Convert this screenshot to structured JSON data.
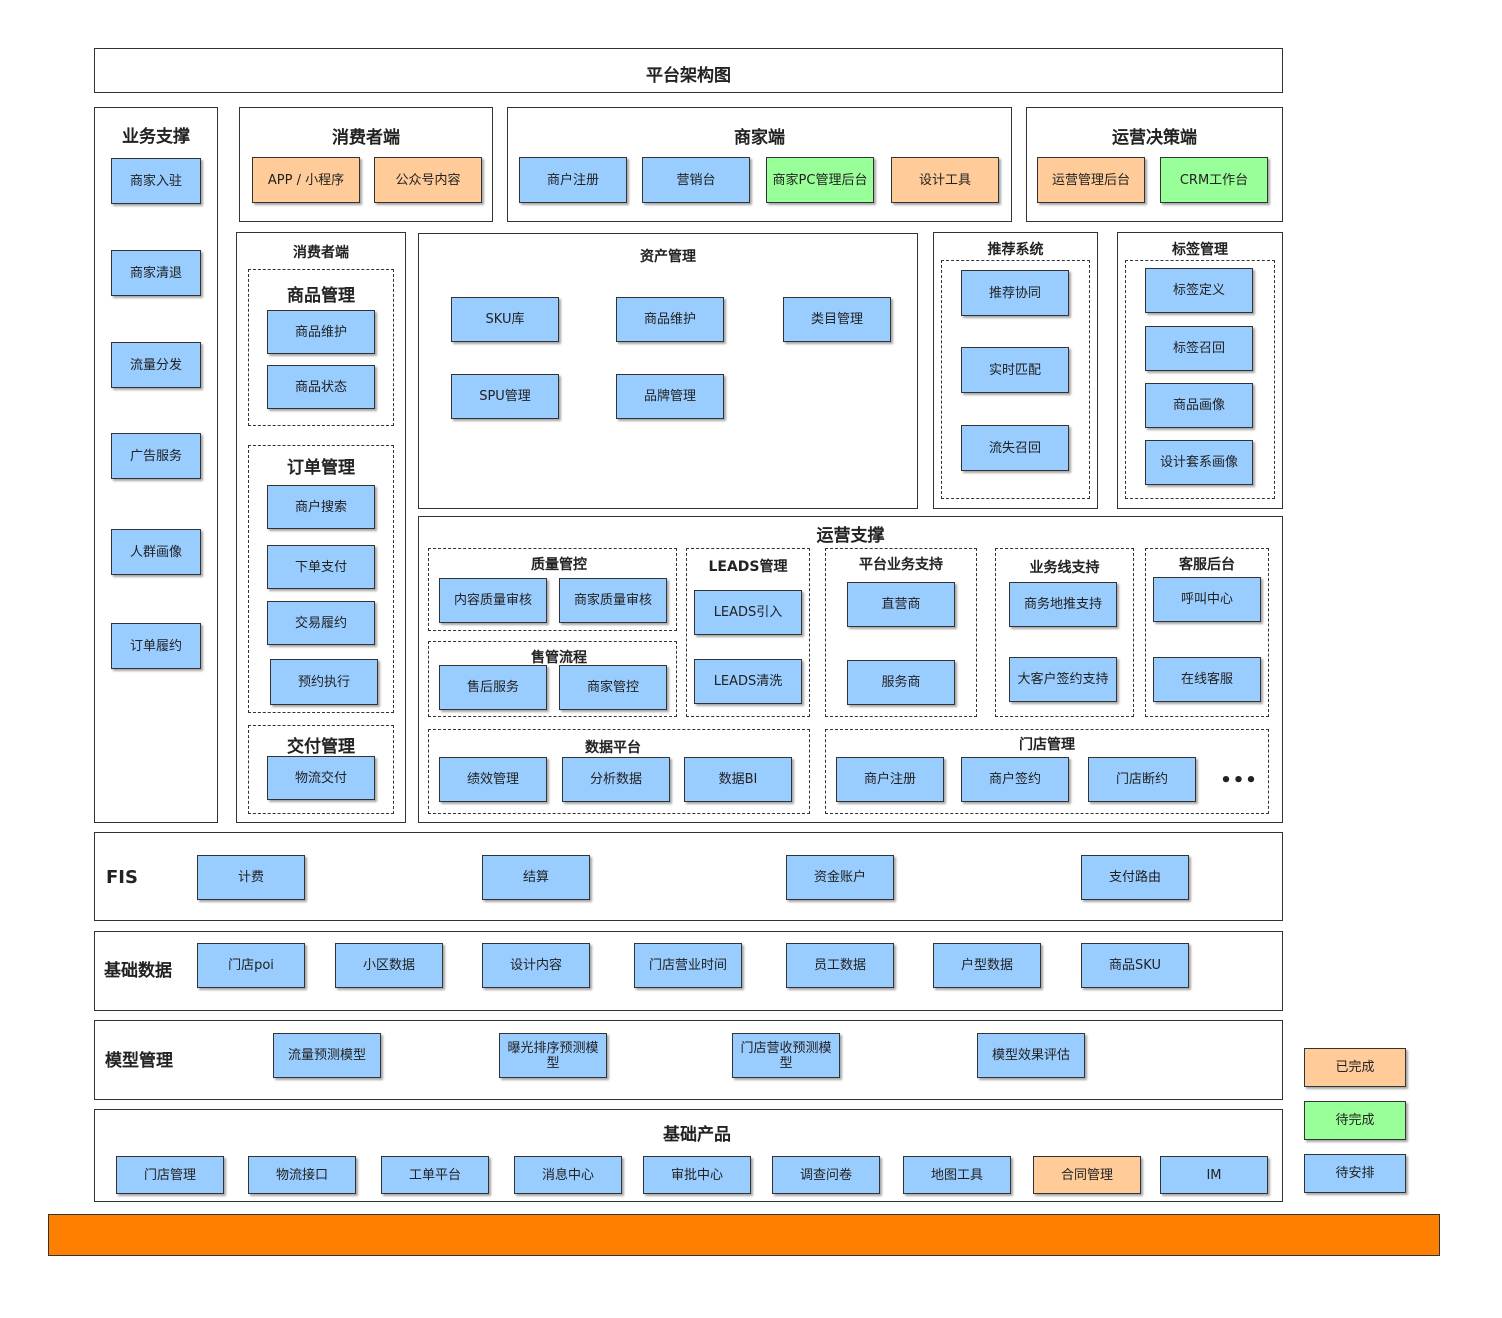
{
  "title": "平台架构图",
  "colors": {
    "done": "#ffcc99",
    "todo": "#99ff99",
    "pending": "#99ccff",
    "base_bar": "#ff8000"
  },
  "biz_support": {
    "title": "业务支撑",
    "items": [
      "商家入驻",
      "商家清退",
      "流量分发",
      "广告服务",
      "人群画像",
      "订单履约"
    ]
  },
  "consumer_app": {
    "title": "消费者端",
    "items": [
      "APP / 小程序",
      "公众号内容"
    ]
  },
  "merchant_app": {
    "title": "商家端",
    "items": [
      "商户注册",
      "营销台",
      "商家PC管理后台",
      "设计工具"
    ]
  },
  "ops_app": {
    "title": "运营决策端",
    "items": [
      "运营管理后台",
      "CRM工作台"
    ]
  },
  "consumer_svc": {
    "title": "消费者端",
    "goods": {
      "title": "商品管理",
      "items": [
        "商品维护",
        "商品状态"
      ]
    },
    "order": {
      "title": "订单管理",
      "items": [
        "商户搜索",
        "下单支付",
        "交易履约",
        "预约执行"
      ]
    },
    "delivery": {
      "title": "交付管理",
      "items": [
        "物流交付"
      ]
    }
  },
  "asset": {
    "title": "资产管理",
    "items": [
      "SKU库",
      "商品维护",
      "类目管理",
      "SPU管理",
      "品牌管理"
    ]
  },
  "recommend": {
    "title": "推荐系统",
    "items": [
      "推荐协同",
      "实时匹配",
      "流失召回"
    ]
  },
  "tag": {
    "title": "标签管理",
    "items": [
      "标签定义",
      "标签召回",
      "商品画像",
      "设计套系画像"
    ]
  },
  "ops_support": {
    "title": "运营支撑",
    "quality": {
      "title": "质量管控",
      "items": [
        "内容质量审核",
        "商家质量审核"
      ]
    },
    "after_sale": {
      "title": "售管流程",
      "items": [
        "售后服务",
        "商家管控"
      ]
    },
    "leads": {
      "title": "LEADS管理",
      "items": [
        "LEADS引入",
        "LEADS清洗"
      ]
    },
    "platform": {
      "title": "平台业务支持",
      "items": [
        "直营商",
        "服务商"
      ]
    },
    "bizline": {
      "title": "业务线支持",
      "items": [
        "商务地推支持",
        "大客户签约支持"
      ]
    },
    "cs": {
      "title": "客服后台",
      "items": [
        "呼叫中心",
        "在线客服"
      ]
    },
    "data": {
      "title": "数据平台",
      "items": [
        "绩效管理",
        "分析数据",
        "数据BI"
      ]
    },
    "store": {
      "title": "门店管理",
      "items": [
        "商户注册",
        "商户签约",
        "门店断约"
      ],
      "more": "•••"
    }
  },
  "fis": {
    "title": "FIS",
    "items": [
      "计费",
      "结算",
      "资金账户",
      "支付路由"
    ]
  },
  "base_data": {
    "title": "基础数据",
    "items": [
      "门店poi",
      "小区数据",
      "设计内容",
      "门店营业时间",
      "员工数据",
      "户型数据",
      "商品SKU"
    ]
  },
  "model": {
    "title": "模型管理",
    "items": [
      "流量预测模型",
      "曝光排序预测模型",
      "门店营收预测模型",
      "模型效果评估"
    ]
  },
  "base_product": {
    "title": "基础产品",
    "items": [
      "门店管理",
      "物流接口",
      "工单平台",
      "消息中心",
      "审批中心",
      "调查问卷",
      "地图工具",
      "合同管理",
      "IM"
    ]
  },
  "legend": [
    "已完成",
    "待完成",
    "待安排"
  ]
}
